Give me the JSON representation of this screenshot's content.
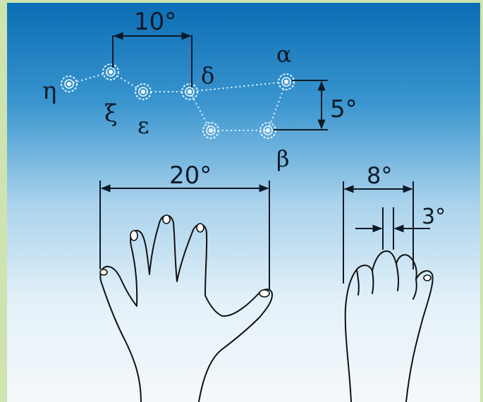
{
  "figure": {
    "star_labels": {
      "eta": "η",
      "zeta": "ξ",
      "epsilon": "ε",
      "delta": "δ",
      "alpha": "α",
      "beta": "β"
    },
    "measurements": {
      "stars_width": "10°",
      "stars_height": "5°",
      "hand_span": "20°",
      "fist_width": "8°",
      "finger_width": "3°"
    },
    "colors": {
      "sky_top": "#0b6fb6",
      "sky_bottom": "#f2f7fb",
      "frame": "#cfe3b0",
      "star": "#e9f7ff",
      "ink": "#0c1a26"
    }
  }
}
